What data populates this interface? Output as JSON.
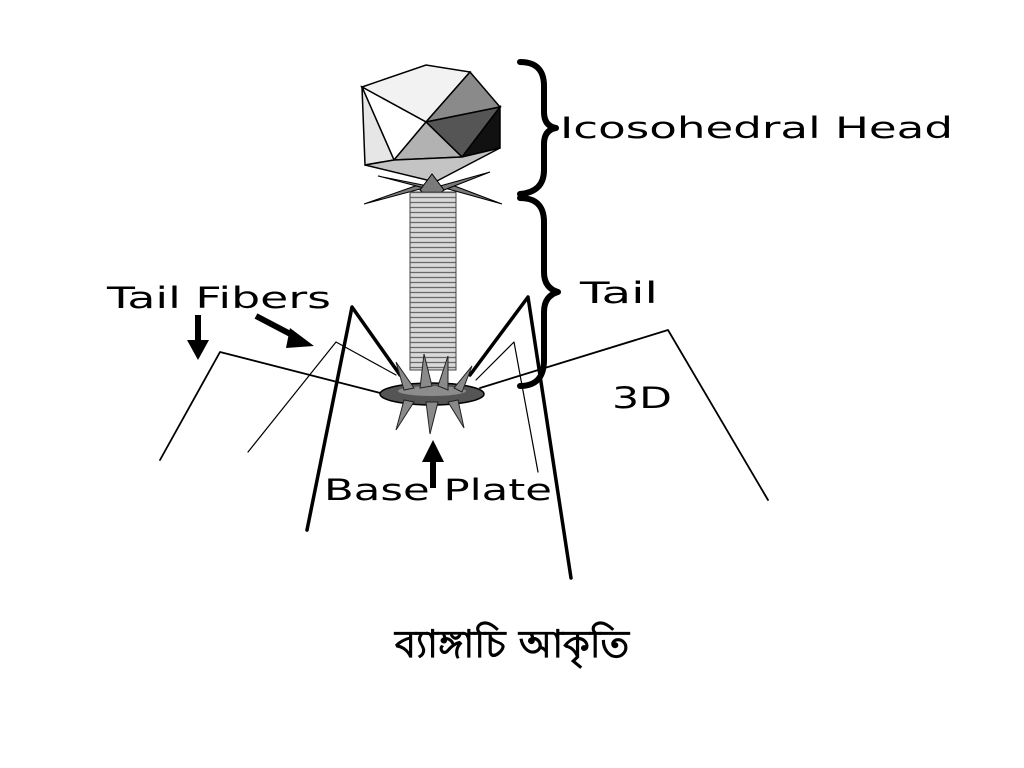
{
  "diagram": {
    "labels": {
      "head": "Icosohedral Head",
      "tail": "Tail",
      "tail_fibers": "Tail Fibers",
      "base_plate": "Base Plate",
      "view": "3D"
    },
    "caption": "ব্যাঙ্গাচি আকৃতি"
  }
}
